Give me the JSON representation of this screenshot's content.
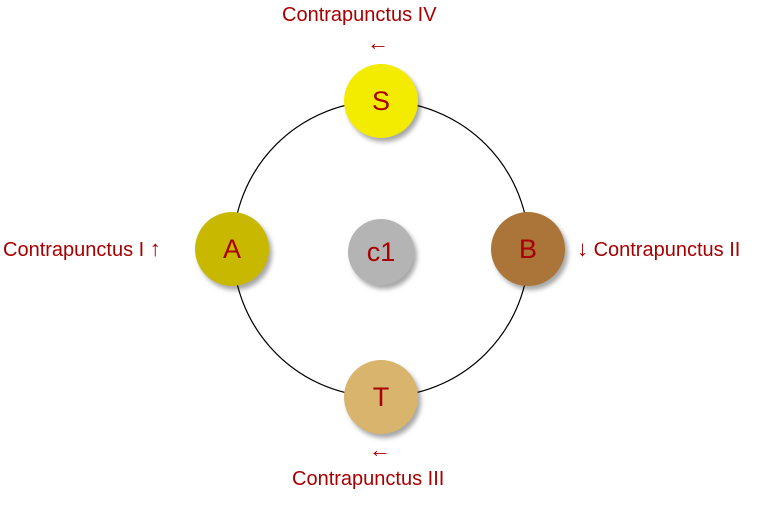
{
  "nodes": {
    "soprano": {
      "letter": "S",
      "fill": "#f4ec00",
      "text_color": "#a80000"
    },
    "alto": {
      "letter": "A",
      "fill": "#c9b800",
      "text_color": "#a80000"
    },
    "bass": {
      "letter": "B",
      "fill": "#ab7438",
      "text_color": "#a80000"
    },
    "tenor": {
      "letter": "T",
      "fill": "#d9b46c",
      "text_color": "#a80000"
    },
    "center": {
      "letter": "c1",
      "fill": "#b4b4b4",
      "text_color": "#a80000"
    }
  },
  "labels": {
    "top": {
      "text": "Contrapunctus IV",
      "arrow": "←"
    },
    "left": {
      "text": "Contrapunctus I",
      "arrow": "↑"
    },
    "right": {
      "text": "Contrapunctus II",
      "arrow": "↓"
    },
    "bottom": {
      "text": "Contrapunctus III",
      "arrow": "←"
    }
  },
  "colors": {
    "label_text": "#a80000",
    "ring_stroke": "#000000"
  }
}
